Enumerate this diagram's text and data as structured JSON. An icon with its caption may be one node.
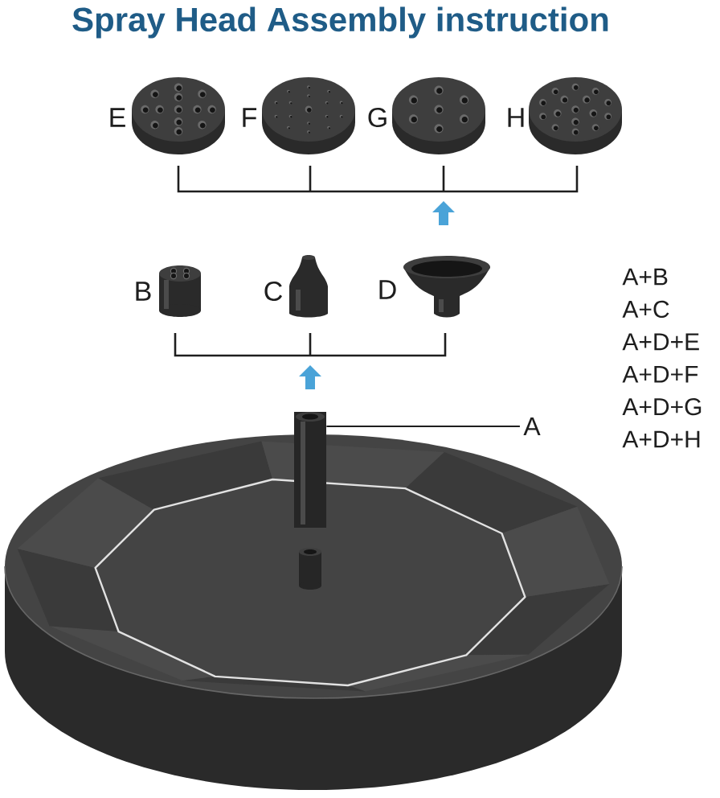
{
  "diagram": {
    "title": "Spray Head Assembly instruction",
    "nodes": [
      {
        "text": [
          "A"
        ]
      },
      {
        "text": [],
        "shape": "picture"
      }
    ],
    "edges": [
      {
        "from": 0,
        "to": 1,
        "arrow": "none"
      }
    ],
    "labels": [
      "E",
      "F",
      "G",
      "H",
      "B",
      "C",
      "D",
      "A+B",
      "A+C",
      "A+D+E",
      "A+D+F",
      "A+D+G",
      "A+D+H"
    ]
  }
}
